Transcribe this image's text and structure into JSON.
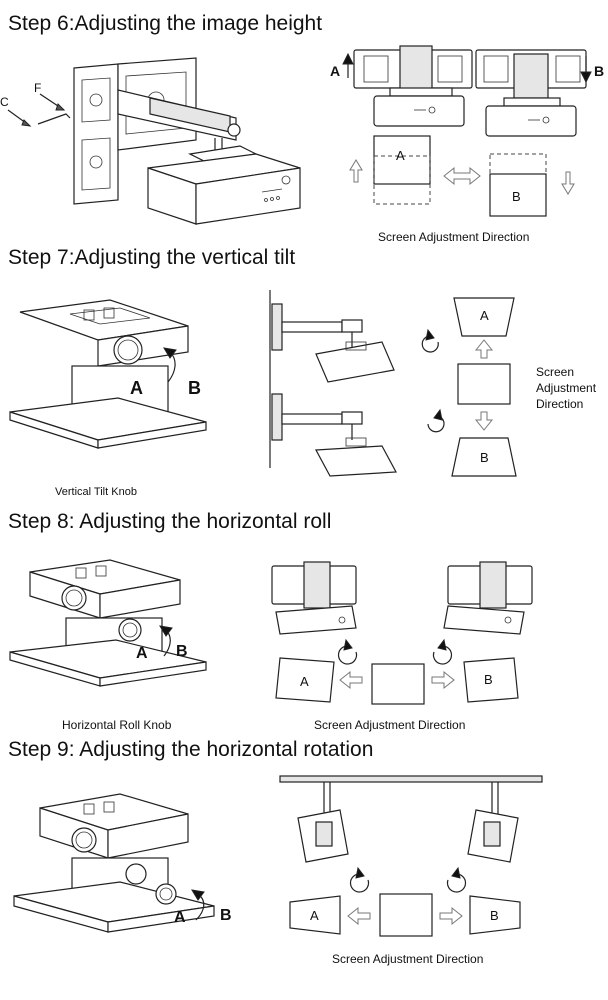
{
  "steps": [
    {
      "heading": "Step 6:Adjusting the image height"
    },
    {
      "heading": "Step 7:Adjusting the vertical tilt"
    },
    {
      "heading": "Step 8: Adjusting the horizontal roll"
    },
    {
      "heading": "Step 9: Adjusting the horizontal rotation"
    }
  ],
  "step6": {
    "callout_c": "C",
    "callout_f": "F",
    "label_a": "A",
    "label_b": "B",
    "screen_a": "A",
    "screen_b": "B",
    "caption": "Screen Adjustment Direction"
  },
  "step7": {
    "knob_caption": "Vertical Tilt Knob",
    "knob_a": "A",
    "knob_b": "B",
    "screen_a": "A",
    "screen_b": "B",
    "side_caption_line1": "Screen",
    "side_caption_line2": "Adjustment",
    "side_caption_line3": "Direction"
  },
  "step8": {
    "knob_caption": "Horizontal Roll Knob",
    "knob_a": "A",
    "knob_b": "B",
    "screen_a": "A",
    "screen_b": "B",
    "caption": "Screen Adjustment Direction"
  },
  "step9": {
    "knob_a": "A",
    "knob_b": "B",
    "screen_a": "A",
    "screen_b": "B",
    "caption": "Screen Adjustment Direction"
  }
}
